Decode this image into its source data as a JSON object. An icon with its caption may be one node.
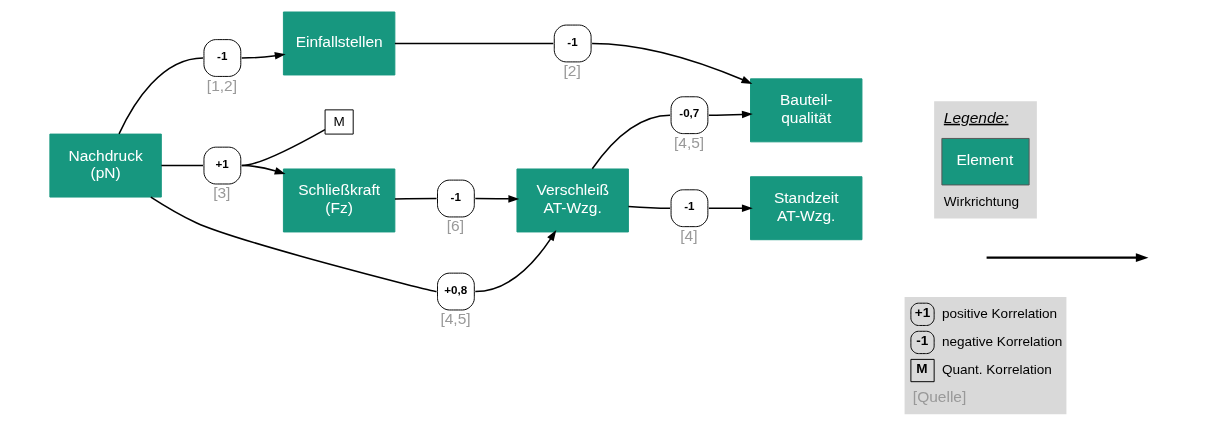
{
  "diagram": {
    "nodes": [
      {
        "text": [
          "Nachdruck (pN)"
        ]
      },
      {
        "text": [
          "-1"
        ],
        "beside": [
          "[1,2]"
        ]
      },
      {
        "text": [
          "Einfallstellen"
        ]
      },
      {
        "text": [
          "-1"
        ],
        "beside": [
          "[2]"
        ]
      },
      {
        "text": [
          "Bauteil- qualität"
        ]
      },
      {
        "text": [
          "+1"
        ],
        "beside": [
          "[3]"
        ]
      },
      {
        "text": [
          "M"
        ]
      },
      {
        "text": [
          "+0,8"
        ],
        "beside": [
          "[4,5]"
        ]
      },
      {
        "text": [
          "-0,7"
        ],
        "beside": [
          "[4,5]"
        ]
      },
      {
        "text": [
          "Schließkraft (Fz)"
        ]
      },
      {
        "text": [
          "-1"
        ],
        "beside": [
          "[6]"
        ]
      },
      {
        "text": [
          "Verschleiß AT-Wzg."
        ]
      },
      {
        "text": [
          "-1"
        ],
        "beside": [
          "[4]"
        ]
      },
      {
        "text": [
          "Standzeit AT-Wzg."
        ]
      }
    ],
    "edges": [
      {
        "from": 0,
        "to": 1,
        "arrow": "none"
      },
      {
        "from": 1,
        "to": 2,
        "arrow": "to"
      },
      {
        "from": 2,
        "to": 3,
        "arrow": "none"
      },
      {
        "from": 3,
        "to": 4,
        "arrow": "to"
      },
      {
        "from": 0,
        "to": 5,
        "arrow": "none"
      },
      {
        "from": 5,
        "to": 9,
        "arrow": "to"
      },
      {
        "from": 5,
        "to": 6,
        "arrow": "none"
      },
      {
        "from": 0,
        "to": 7,
        "arrow": "none"
      },
      {
        "from": 7,
        "to": 11,
        "arrow": "to"
      },
      {
        "from": 11,
        "to": 8,
        "arrow": "none"
      },
      {
        "from": 8,
        "to": 4,
        "arrow": "to"
      },
      {
        "from": 9,
        "to": 10,
        "arrow": "none"
      },
      {
        "from": 10,
        "to": 11,
        "arrow": "to"
      },
      {
        "from": 11,
        "to": 12,
        "arrow": "none"
      },
      {
        "from": 12,
        "to": 13,
        "arrow": "to"
      }
    ],
    "labels": [
      "Legende:",
      "+1",
      "-1",
      "M",
      "[Quelle]"
    ],
    "legend": [
      {
        "text": "Element",
        "color": "#17977f"
      },
      {
        "text": "Wirkrichtung"
      },
      {
        "text": "positive Korrelation"
      },
      {
        "text": "negative Korrelation"
      },
      {
        "text": "Quant. Korrelation"
      }
    ]
  }
}
